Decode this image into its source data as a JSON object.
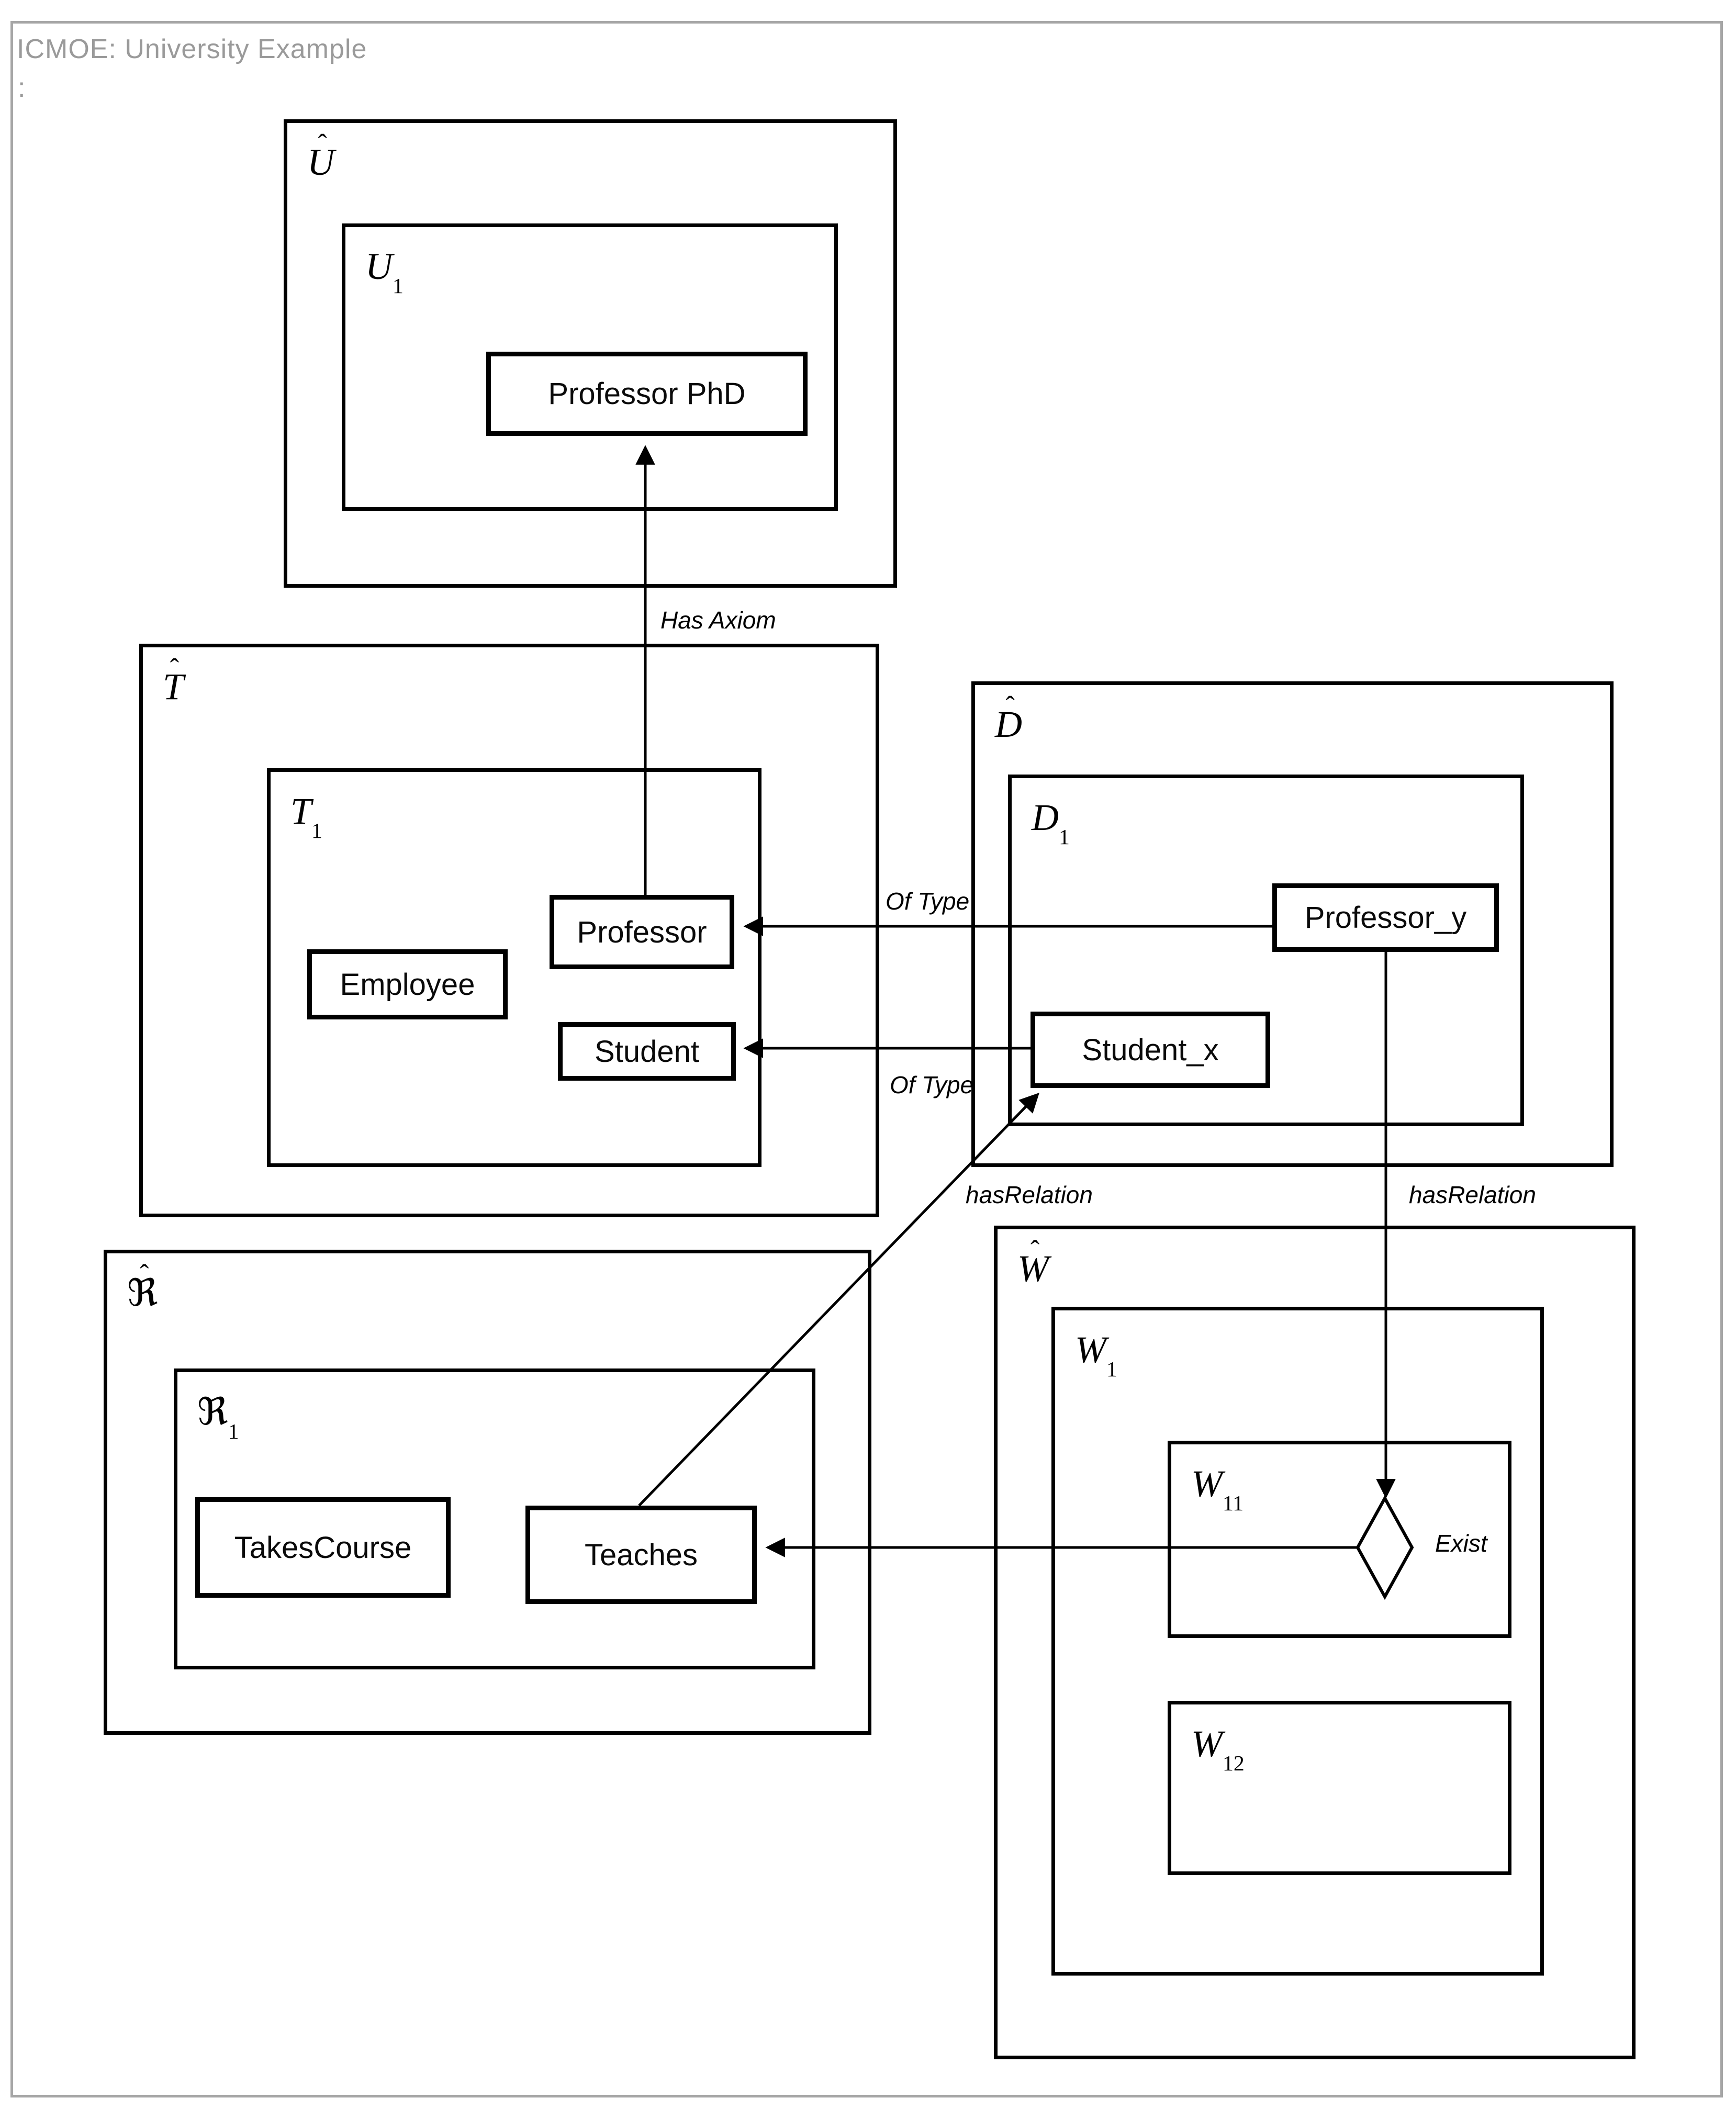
{
  "title": {
    "text": "ICMOE: University Example",
    "subtitle_colon": ":"
  },
  "palette": {
    "line": "#000000",
    "box_fill": "#ffffff",
    "page_border": "#a6a6a6",
    "title_gray": "#9a9a9a"
  },
  "groups": {
    "u_hat": {
      "base": "U",
      "hat": "ˆ"
    },
    "u1": {
      "base": "U",
      "sub": "1"
    },
    "t_hat": {
      "base": "T",
      "hat": "ˆ"
    },
    "t1": {
      "base": "T",
      "sub": "1"
    },
    "d_hat": {
      "base": "D",
      "hat": "ˆ"
    },
    "d1": {
      "base": "D",
      "sub": "1"
    },
    "r_hat": {
      "base": "ℜ",
      "hat": "ˆ"
    },
    "r1": {
      "base": "ℜ",
      "sub": "1"
    },
    "w_hat": {
      "base": "W",
      "hat": "ˆ"
    },
    "w1": {
      "base": "W",
      "sub": "1"
    },
    "w11": {
      "base": "W",
      "sub": "11"
    },
    "w12": {
      "base": "W",
      "sub": "12"
    }
  },
  "entities": {
    "professor_phd": "Professor PhD",
    "professor": "Professor",
    "employee": "Employee",
    "student": "Student",
    "professor_y": "Professor_y",
    "student_x": "Student_x",
    "takes_course": "TakesCourse",
    "teaches": "Teaches"
  },
  "edges": {
    "has_axiom": "Has Axiom",
    "of_type_professor": "Of Type",
    "of_type_student": "Of Type",
    "has_relation_left": "hasRelation",
    "has_relation_right": "hasRelation",
    "exist": "Exist"
  }
}
